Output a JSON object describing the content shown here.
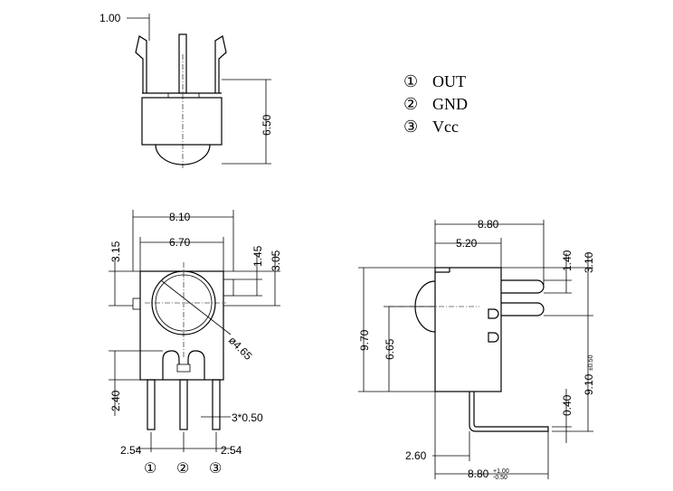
{
  "legend": {
    "pin1_marker": "①",
    "pin1_label": "OUT",
    "pin2_marker": "②",
    "pin2_label": "GND",
    "pin3_marker": "③",
    "pin3_label": "Vcc"
  },
  "top_view": {
    "pin_pitch_top": "1.00",
    "height": "6.50"
  },
  "front_view": {
    "overall_width": "8.10",
    "lens_housing_width": "6.70",
    "top_offset": "3.15",
    "side_offset": "1.45",
    "right_height": "3.05",
    "lens_diameter": "ø4.65",
    "pin_length": "2.40",
    "pin_width": "3*0.50",
    "pitch_left": "2.54",
    "pitch_right": "2.54",
    "pin_markers": [
      "①",
      "②",
      "③"
    ]
  },
  "side_view": {
    "overall_depth": "8.80",
    "lens_offset": "5.20",
    "body_height": "9.70",
    "lens_center_height": "6.65",
    "pin_spacing": "1.40",
    "top_to_pin": "3.10",
    "pin_height": "9.10",
    "pin_height_tol": "±0.50",
    "pin_thickness": "0.40",
    "bottom_offset": "2.60",
    "bottom_depth": "8.80",
    "bottom_depth_tol_upper": "+1.00",
    "bottom_depth_tol_lower": "-0.50"
  }
}
